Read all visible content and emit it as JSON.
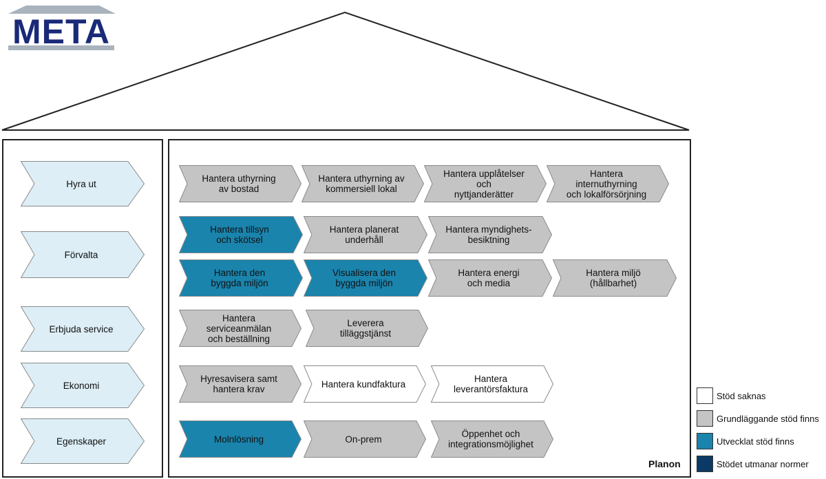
{
  "logo": {
    "text": "META"
  },
  "categories": [
    {
      "label": "Hyra ut"
    },
    {
      "label": "Förvalta"
    },
    {
      "label": "Erbjuda service"
    },
    {
      "label": "Ekonomi"
    },
    {
      "label": "Egenskaper"
    }
  ],
  "processes": {
    "hyra_ut": [
      {
        "label": "Hantera uthyrning\nav bostad",
        "status": "grund"
      },
      {
        "label": "Hantera uthyrning av\nkommersiell lokal",
        "status": "grund"
      },
      {
        "label": "Hantera upplåtelser och\nnyttjanderätter",
        "status": "grund"
      },
      {
        "label": "Hantera internuthyrning\noch lokalförsörjning",
        "status": "grund"
      }
    ],
    "forvalta_1": [
      {
        "label": "Hantera tillsyn\noch skötsel",
        "status": "utvecklat"
      },
      {
        "label": "Hantera planerat\nunderhåll",
        "status": "grund"
      },
      {
        "label": "Hantera myndighets-\nbesiktning",
        "status": "grund"
      }
    ],
    "forvalta_2": [
      {
        "label": "Hantera den\nbyggda miljön",
        "status": "utvecklat"
      },
      {
        "label": "Visualisera den\nbyggda miljön",
        "status": "utvecklat"
      },
      {
        "label": "Hantera energi\noch media",
        "status": "grund"
      },
      {
        "label": "Hantera miljö\n(hållbarhet)",
        "status": "grund"
      }
    ],
    "service": [
      {
        "label": "Hantera serviceanmälan\noch beställning",
        "status": "grund"
      },
      {
        "label": "Leverera\ntilläggstjänst",
        "status": "grund"
      }
    ],
    "ekonomi": [
      {
        "label": "Hyresavisera samt\nhantera krav",
        "status": "grund"
      },
      {
        "label": "Hantera kundfaktura",
        "status": "saknas"
      },
      {
        "label": "Hantera\nleverantörsfaktura",
        "status": "saknas"
      }
    ],
    "egenskaper": [
      {
        "label": "Molnlösning",
        "status": "utvecklat"
      },
      {
        "label": "On-prem",
        "status": "grund"
      },
      {
        "label": "Öppenhet och\nintegrationsmöjlighet",
        "status": "grund"
      }
    ]
  },
  "planon_label": "Planon",
  "legend": [
    {
      "label": "Stöd saknas",
      "color": "#ffffff"
    },
    {
      "label": "Grundläggande stöd finns",
      "color": "#c4c4c4"
    },
    {
      "label": "Utvecklat stöd finns",
      "color": "#1a84ad"
    },
    {
      "label": "Stödet utmanar normer",
      "color": "#0b3a66"
    }
  ],
  "colors": {
    "category_fill": "#ddeef6",
    "saknas": "#ffffff",
    "grund": "#c4c4c4",
    "utvecklat": "#1a84ad",
    "normer": "#0b3a66",
    "logo": "#1a2a78"
  }
}
